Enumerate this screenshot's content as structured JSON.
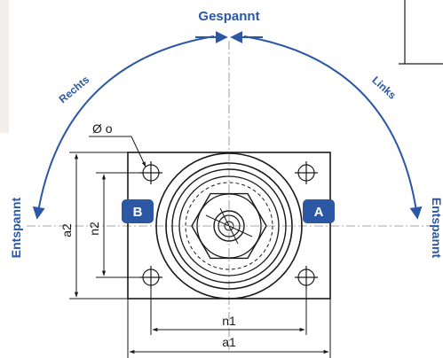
{
  "labels": {
    "top": "Gespannt",
    "left_arc": "Rechts",
    "right_arc": "Links",
    "left_side": "Entspannt",
    "right_side": "Entspannt"
  },
  "dimensions": {
    "diameter": "Ø o",
    "a1": "a1",
    "a2": "a2",
    "n1": "n1",
    "n2": "n2"
  },
  "ports": {
    "left": "B",
    "right": "A"
  },
  "colors": {
    "accent_blue": "#2b57a5",
    "line": "#1a1a1a",
    "thin": "#555555",
    "centerline": "#888888"
  }
}
